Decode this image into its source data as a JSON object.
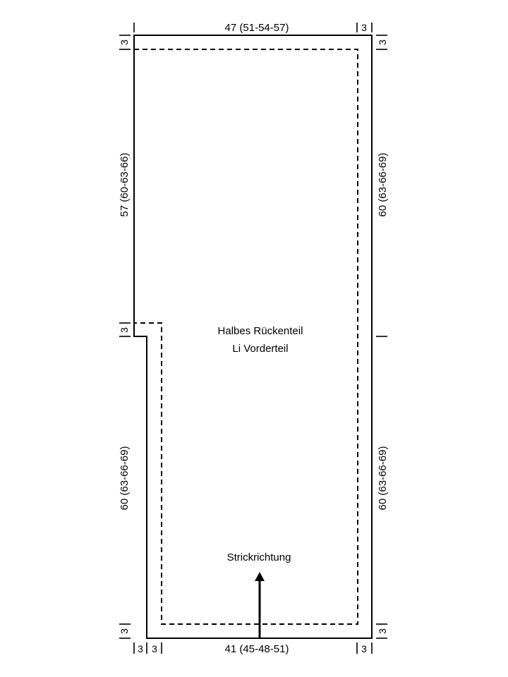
{
  "piece": {
    "title_line1": "Halbes Rückenteil",
    "title_line2": "Li Vorderteil"
  },
  "dimensions": {
    "top_width": "47 (51-54-57)",
    "bottom_width": "41 (45-48-51)",
    "left_upper": "57 (60-63-66)",
    "left_lower": "60 (63-66-69)",
    "right_upper": "60 (63-66-69)",
    "right_lower": "60 (63-66-69)",
    "margin": "3"
  },
  "direction": {
    "label": "Strickrichtung",
    "arrow_icon": "arrow-up-icon"
  },
  "colors": {
    "line": "#000000",
    "background": "#ffffff"
  }
}
